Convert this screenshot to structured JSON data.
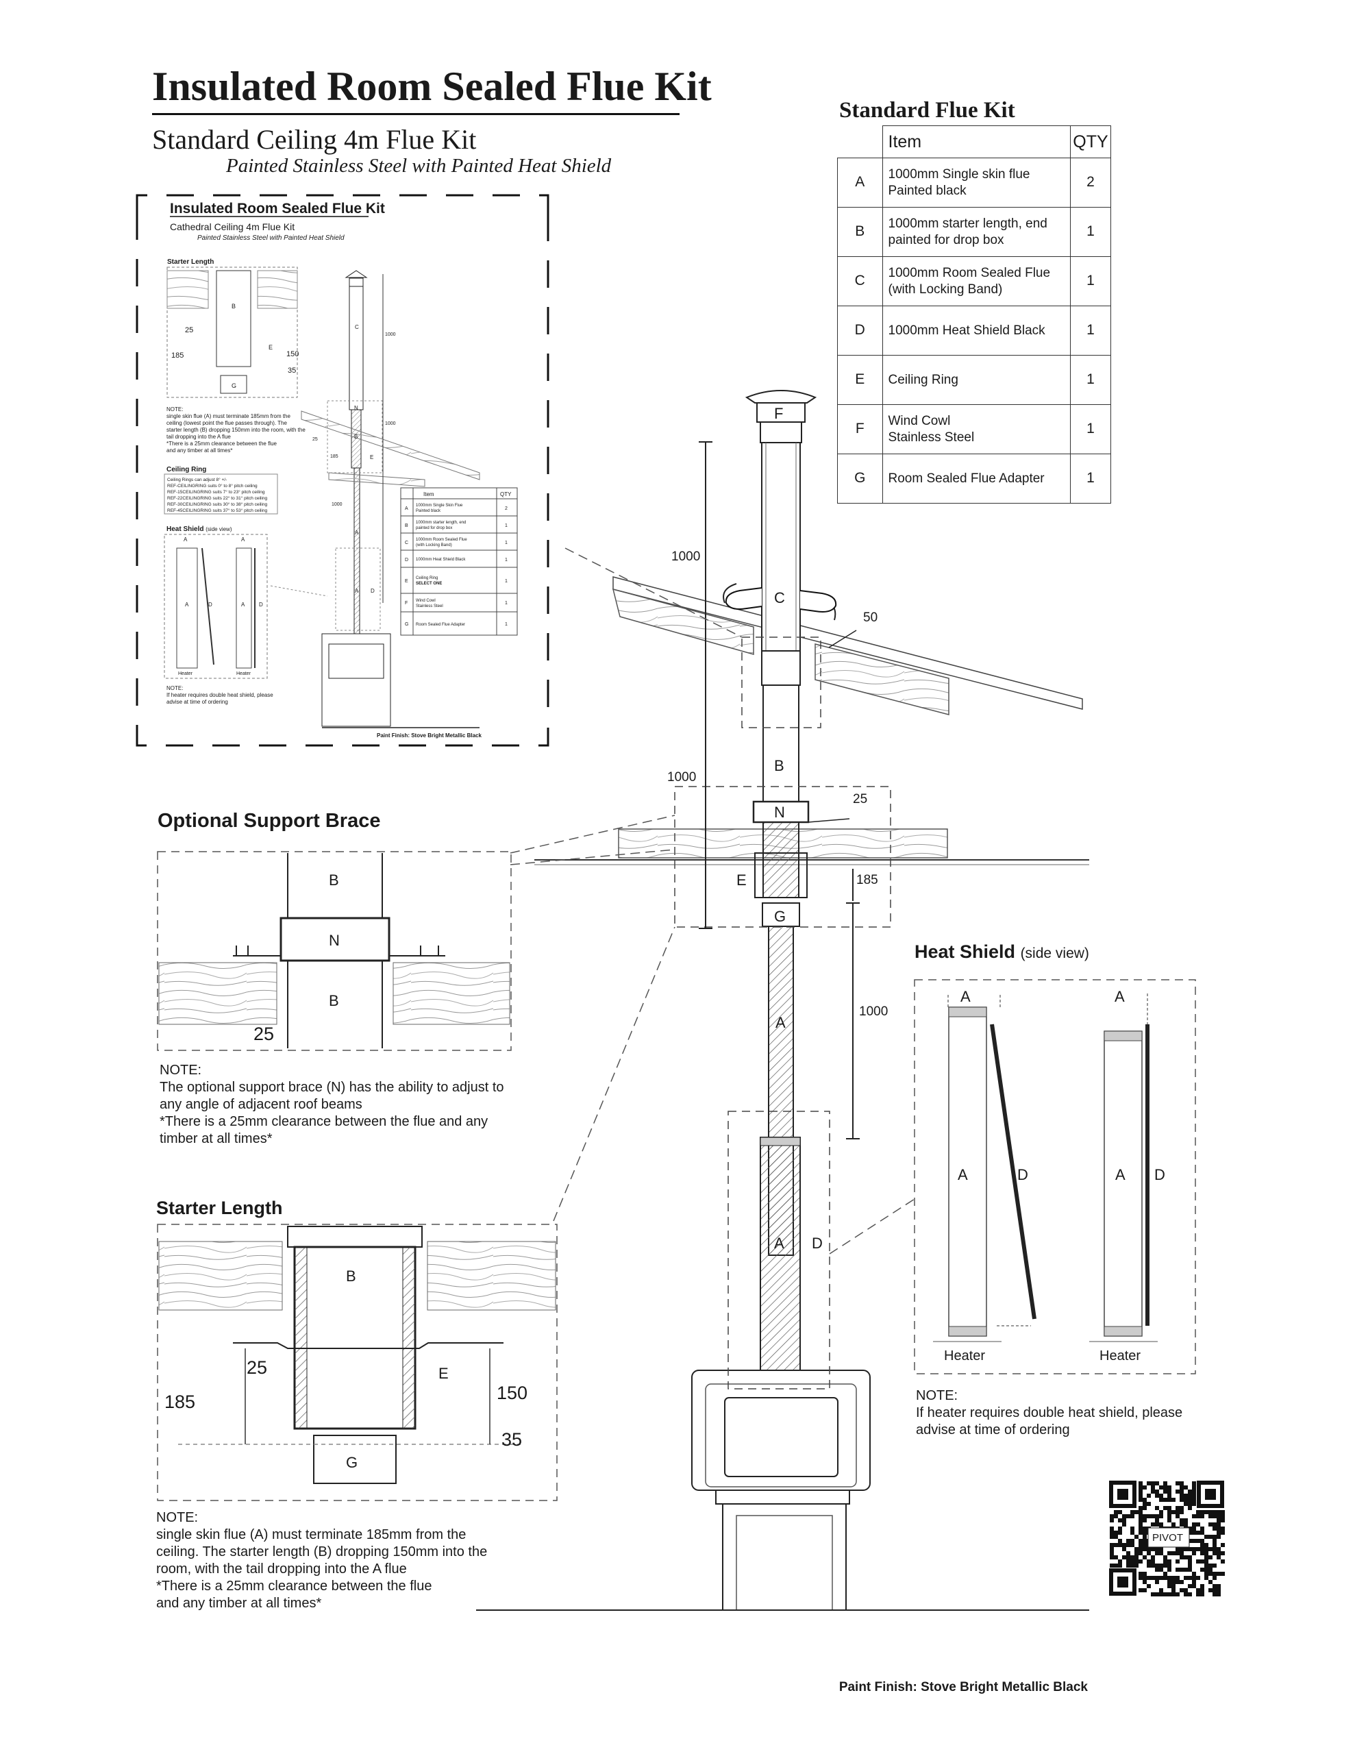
{
  "title": "Insulated Room Sealed Flue Kit",
  "subtitle": "Standard Ceiling 4m Flue Kit",
  "material": "Painted Stainless Steel with Painted Heat Shield",
  "kit_table": {
    "heading": "Standard Flue Kit",
    "col_item": "Item",
    "col_qty": "QTY",
    "rows": [
      {
        "code": "A",
        "item": [
          "1000mm Single skin flue",
          "Painted black"
        ],
        "qty": "2"
      },
      {
        "code": "B",
        "item": [
          "1000mm starter length, end",
          "painted for drop box"
        ],
        "qty": "1"
      },
      {
        "code": "C",
        "item": [
          "1000mm Room Sealed Flue",
          "(with Locking Band)"
        ],
        "qty": "1"
      },
      {
        "code": "D",
        "item": [
          "1000mm Heat Shield Black"
        ],
        "qty": "1"
      },
      {
        "code": "E",
        "item": [
          "Ceiling Ring"
        ],
        "qty": "1"
      },
      {
        "code": "F",
        "item": [
          "Wind Cowl",
          "Stainless Steel"
        ],
        "qty": "1"
      },
      {
        "code": "G",
        "item": [
          "Room Sealed Flue Adapter"
        ],
        "qty": "1"
      }
    ]
  },
  "inset": {
    "title": "Insulated Room Sealed Flue Kit",
    "subtitle": "Cathedral Ceiling 4m Flue Kit",
    "material": "Painted Stainless Steel with Painted Heat Shield",
    "starter_heading": "Starter Length",
    "starter_dims": [
      "25",
      "185",
      "150",
      "35"
    ],
    "starter_parts": [
      "B",
      "E",
      "G"
    ],
    "starter_note": [
      "NOTE:",
      "single skin flue (A) must terminate 185mm from the",
      "ceiling (lowest point the flue passes through). The",
      "starter length (B) dropping 150mm into the room, with the",
      "tail dropping into the A flue",
      "*There is a 25mm clearance between the flue",
      "and any timber at all times*"
    ],
    "ring_heading": "Ceiling Ring",
    "ring_lines": [
      "Ceiling Rings can adjust 8° +/-",
      "REF-CEILINGRING suits 0° to 8° pitch ceiling",
      "REF-15CEILINGRING suits 7° to 23° pitch ceiling",
      "REF-22CEILINGRING suits 22° to 31° pitch ceiling",
      "REF-30CEILINGRING suits 30° to 38° pitch ceiling",
      "REF-45CEILINGRING suits 37° to 53° pitch ceiling"
    ],
    "shield_heading": "Heat Shield",
    "shield_sub": "(side view)",
    "shield_labels": [
      "A",
      "A",
      "A",
      "D",
      "A",
      "D",
      "Heater",
      "Heater"
    ],
    "shield_note": [
      "NOTE:",
      "If heater requires double heat shield, please",
      "advise at time of ordering"
    ],
    "flue_dims": [
      "1000",
      "1000",
      "1000",
      "25",
      "185"
    ],
    "flue_parts": [
      "C",
      "N",
      "B",
      "E",
      "A",
      "A",
      "D"
    ],
    "table_header": [
      "Item",
      "QTY"
    ],
    "table_rows": [
      {
        "code": "A",
        "item": [
          "1000mm Single Skin Flue",
          "Painted black"
        ],
        "qty": "2"
      },
      {
        "code": "B",
        "item": [
          "1000mm starter length, end",
          "painted for drop box"
        ],
        "qty": "1"
      },
      {
        "code": "C",
        "item": [
          "1000mm Room Sealed Flue",
          "(with Locking Band)"
        ],
        "qty": "1"
      },
      {
        "code": "D",
        "item": [
          "1000mm Heat Shield Black"
        ],
        "qty": "1"
      },
      {
        "code": "E",
        "item": [
          "Ceiling Ring",
          "SELECT ONE"
        ],
        "qty": "1"
      },
      {
        "code": "F",
        "item": [
          "Wind Cowl",
          "Stainless Steel"
        ],
        "qty": "1"
      },
      {
        "code": "G",
        "item": [
          "Room Sealed Flue Adapter"
        ],
        "qty": "1"
      }
    ],
    "paint_finish": "Paint Finish: Stove Bright Metallic Black"
  },
  "main_diagram": {
    "labels": {
      "F": "F",
      "C": "C",
      "B": "B",
      "N": "N",
      "E": "E",
      "G": "G",
      "A_upper": "A",
      "A_lower": "A",
      "D": "D"
    },
    "dims": {
      "upper_1000": "1000",
      "mid_1000": "1000",
      "lower_1000": "1000",
      "clearance_50": "50",
      "clearance_25": "25",
      "drop_185": "185"
    }
  },
  "support_brace": {
    "heading": "Optional Support Brace",
    "labels": [
      "B",
      "N",
      "B"
    ],
    "dim": "25",
    "note": [
      "NOTE:",
      "The optional support brace (N) has the ability to adjust to",
      "any angle of adjacent roof beams",
      "*There is a 25mm clearance between the flue and any",
      "timber at all times*"
    ]
  },
  "starter_length": {
    "heading": "Starter Length",
    "labels": [
      "B",
      "E",
      "G"
    ],
    "dims": [
      "25",
      "185",
      "150",
      "35"
    ],
    "note": [
      "NOTE:",
      "single skin flue (A) must terminate 185mm from the",
      "ceiling. The starter length (B) dropping 150mm into the",
      "room, with the tail dropping into the A flue",
      "*There is a 25mm clearance between the flue",
      "and any timber at all times*"
    ]
  },
  "heat_shield": {
    "heading": "Heat Shield",
    "sub": "(side view)",
    "labels": [
      "A",
      "A",
      "A",
      "D",
      "A",
      "D"
    ],
    "heater": "Heater",
    "note": [
      "NOTE:",
      "If heater requires double heat shield, please",
      "advise at time of ordering"
    ]
  },
  "qr_brand": "PIVOT",
  "paint_finish": "Paint Finish: Stove Bright Metallic Black"
}
